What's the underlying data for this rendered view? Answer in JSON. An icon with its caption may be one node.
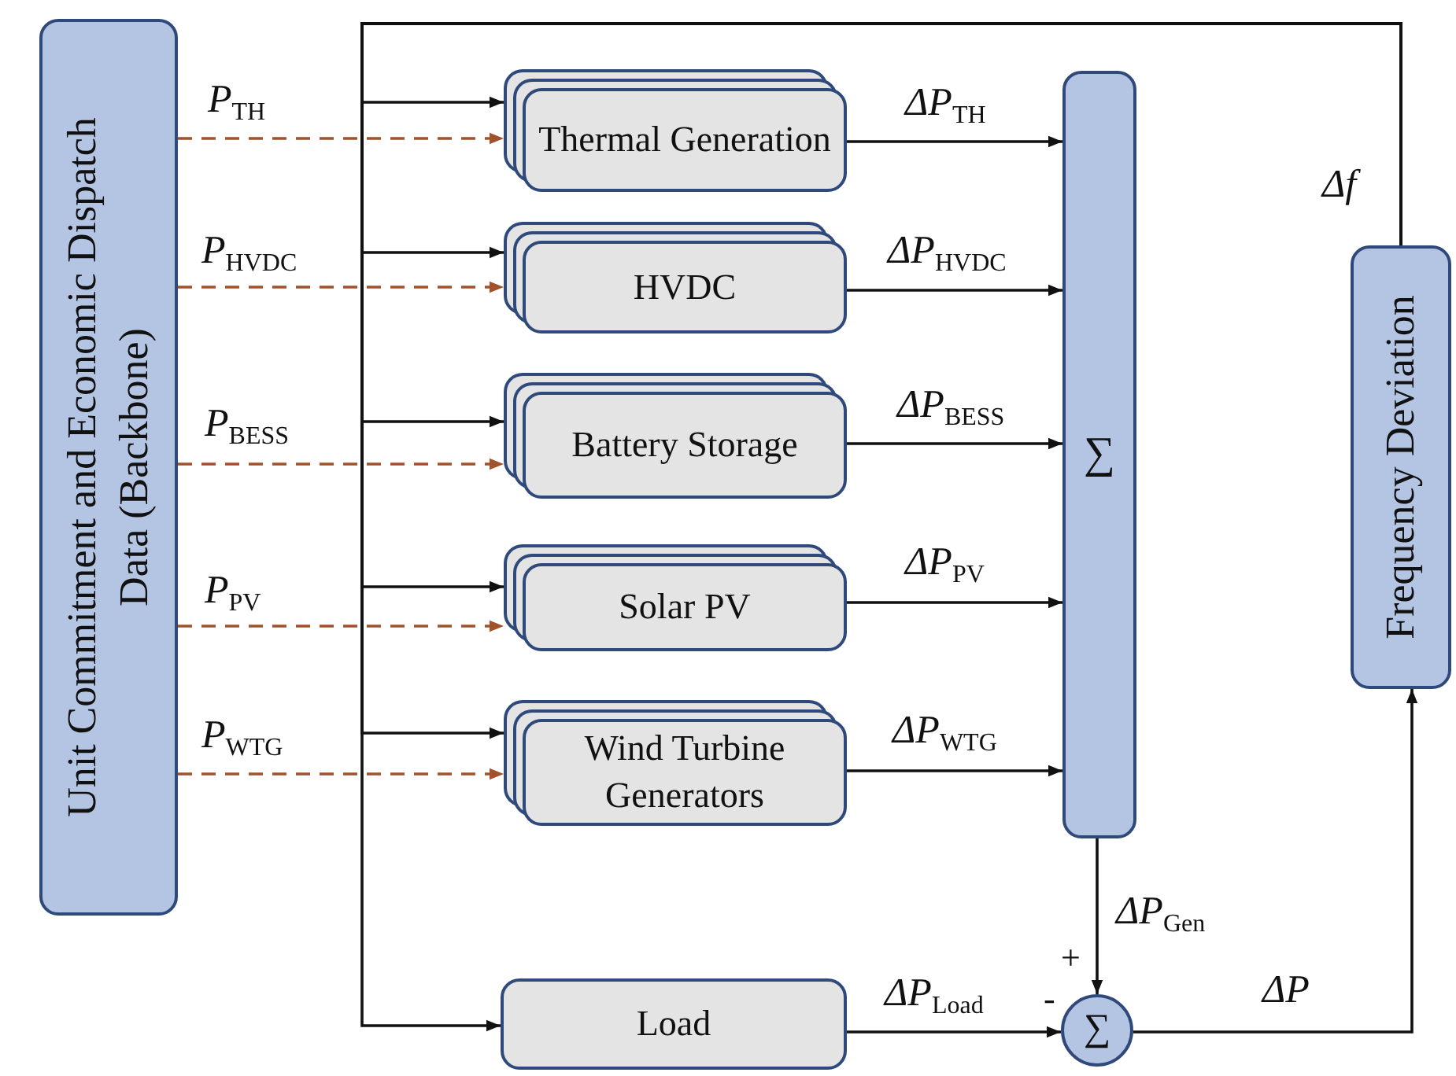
{
  "diagram": {
    "nodes": [
      {
        "text": [
          "Unit Commitment and Economic Dispatch Data (Backbone)"
        ]
      },
      {
        "text": [
          "Thermal Generation"
        ]
      },
      {
        "text": [
          "HVDC"
        ]
      },
      {
        "text": [
          "Battery Storage"
        ]
      },
      {
        "text": [
          "Solar PV"
        ]
      },
      {
        "text": [
          "Wind Turbine Generators"
        ]
      },
      {
        "text": [
          "∑"
        ]
      },
      {
        "text": [
          "Frequency Deviation"
        ]
      },
      {
        "text": [
          "Load"
        ]
      },
      {
        "text": [
          "∑"
        ]
      }
    ],
    "edges": [
      {
        "from": 0,
        "to": 1,
        "arrow": "to",
        "label": "*P*$_{TH}$",
        "style": "dashed",
        "color": "#a0522d"
      },
      {
        "from": 0,
        "to": 2,
        "arrow": "to",
        "label": "*P*$_{HVDC}$",
        "style": "dashed",
        "color": "#a0522d"
      },
      {
        "from": 0,
        "to": 3,
        "arrow": "to",
        "label": "*P*$_{BESS}$",
        "style": "dashed",
        "color": "#a0522d"
      },
      {
        "from": 0,
        "to": 4,
        "arrow": "to",
        "label": "*P*$_{PV}$",
        "style": "dashed",
        "color": "#a0522d"
      },
      {
        "from": 0,
        "to": 5,
        "arrow": "to",
        "label": "*P*$_{WTG}$",
        "style": "dashed",
        "color": "#a0522d"
      },
      {
        "from": 1,
        "to": 6,
        "arrow": "to",
        "label": "ΔP$_{TH}$"
      },
      {
        "from": 2,
        "to": 6,
        "arrow": "to",
        "label": "ΔP$_{HVDC}$"
      },
      {
        "from": 3,
        "to": 6,
        "arrow": "to",
        "label": "ΔP$_{BESS}$"
      },
      {
        "from": 4,
        "to": 6,
        "arrow": "to",
        "label": "ΔP$_{PV}$"
      },
      {
        "from": 5,
        "to": 6,
        "arrow": "to",
        "label": "ΔP$_{WTG}$"
      },
      {
        "from": 6,
        "to": 9,
        "arrow": "to",
        "label": "ΔP$_{Gen}$"
      },
      {
        "from": 8,
        "to": 9,
        "arrow": "to",
        "label": "ΔP$_{Load}$"
      },
      {
        "from": 9,
        "to": 7,
        "arrow": "to",
        "label": "ΔP"
      },
      {
        "from": 7,
        "to": 1,
        "arrow": "to",
        "label": "Δf"
      },
      {
        "from": 7,
        "to": 2,
        "arrow": "to"
      },
      {
        "from": 7,
        "to": 3,
        "arrow": "to"
      },
      {
        "from": 7,
        "to": 4,
        "arrow": "to"
      },
      {
        "from": 7,
        "to": 5,
        "arrow": "to"
      },
      {
        "from": 7,
        "to": 8,
        "arrow": "to"
      }
    ],
    "labels": [
      "+",
      "-"
    ]
  }
}
